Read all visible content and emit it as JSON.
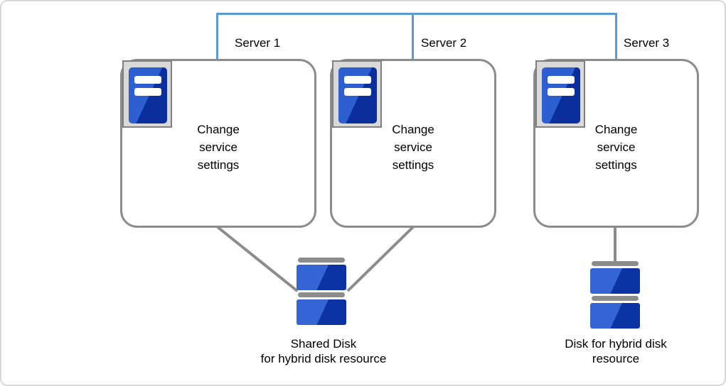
{
  "colors": {
    "network_connector_blue": "#5B9BD5",
    "line_and_border_gray": "#8C8C8C",
    "icon_plate_gray": "#D9D9D9",
    "icon_light_blue": "#2E5FD1",
    "icon_dark_blue": "#0A2F9C",
    "canvas_border": "#D9D9D9"
  },
  "servers": [
    {
      "id": "server-1",
      "label": "Server 1",
      "body": "Change\nservice\nsettings"
    },
    {
      "id": "server-2",
      "label": "Server 2",
      "body": "Change\nservice\nsettings"
    },
    {
      "id": "server-3",
      "label": "Server 3",
      "body": "Change\nservice\nsettings"
    }
  ],
  "disks": [
    {
      "id": "shared-disk",
      "caption": "Shared Disk\nfor hybrid disk resource"
    },
    {
      "id": "hybrid-disk",
      "caption": "Disk for hybrid disk\nresource"
    }
  ]
}
